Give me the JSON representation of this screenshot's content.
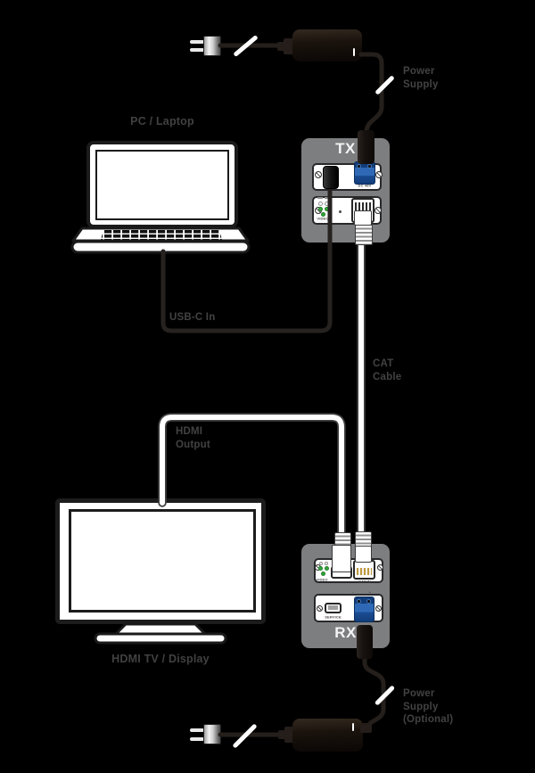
{
  "colors": {
    "background": "#000000",
    "unit_box_gray": "#7d7e80",
    "connector_blue": "#2f69b6",
    "led_green": "#36a83e",
    "label_text": "#424242",
    "cable_white": "#ffffff"
  },
  "top_power": {
    "label": "Power\nSupply"
  },
  "tx_unit": {
    "name": "TX",
    "dc_port_label": "DC 48V",
    "video_label": "VIDEO"
  },
  "pc": {
    "label": "PC / Laptop"
  },
  "cables": {
    "usb_label": "USB-C In",
    "cat_label": "CAT\nCable",
    "hdmi_label": "HDMI\nOutput"
  },
  "display": {
    "label": "HDMI TV / Display"
  },
  "rx_unit": {
    "name": "RX",
    "video_label": "VIDEO",
    "cat_label": "CAT IN",
    "service_label": "SERVICE",
    "minus": "-",
    "plus": "+"
  },
  "bottom_power": {
    "label": "Power\nSupply\n(Optional)"
  }
}
